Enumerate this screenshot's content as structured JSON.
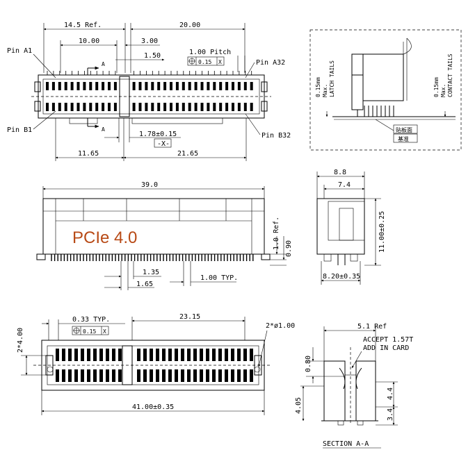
{
  "top_view": {
    "dim_14_5": "14.5 Ref.",
    "dim_20": "20.00",
    "dim_10": "10.00",
    "dim_3": "3.00",
    "dim_1_5": "1.50",
    "pitch": "1.00 Pitch",
    "tol_a": "0.15",
    "tol_a_datum": "X",
    "pin_a1": "Pin A1",
    "pin_a32": "Pin A32",
    "pin_b1": "Pin B1",
    "pin_b32": "Pin B32",
    "section_mark": "A",
    "dim_1_78": "1.78±0.15",
    "datum_x": "-X-",
    "dim_11_65": "11.65",
    "dim_21_65": "21.65"
  },
  "detail_view": {
    "left_note_1": "0.15mm",
    "left_note_2": "Max.",
    "left_note_3": "LATCH TAILS",
    "right_note_1": "0.15mm",
    "right_note_2": "Max.",
    "right_note_3": "CONTACT TAILS",
    "cn_1": "贴板面",
    "cn_2": "基准"
  },
  "front_view": {
    "dim_39": "39.0",
    "label": "PCIe  4.0",
    "dim_1_0": "1.0 Ref.",
    "dim_0_9": "0.90",
    "dim_1_35": "1.35",
    "dim_1_65": "1.65",
    "dim_1_typ": "1.00 TYP."
  },
  "side_view": {
    "dim_8_8": "8.8",
    "dim_7_4": "7.4",
    "dim_11": "11.00±0.25",
    "dim_8_2": "8.20±0.35"
  },
  "bottom_view": {
    "dim_0_33": "0.33 TYP.",
    "tol_b": "0.15",
    "tol_b_datum": "X",
    "dim_23_15": "23.15",
    "dim_2x4": "2*4.00",
    "dim_2phi": "2*ø1.00",
    "dim_41": "41.00±0.35"
  },
  "section_view": {
    "dim_5_1": "5.1 Ref",
    "accept_1": "ACCEPT 1.57T",
    "accept_2": "ADD IN CARD",
    "dim_0_8": "0.80",
    "dim_4_05": "4.05",
    "dim_4_4": "4.4",
    "dim_3_4": "3.4",
    "title": "SECTION A-A"
  }
}
